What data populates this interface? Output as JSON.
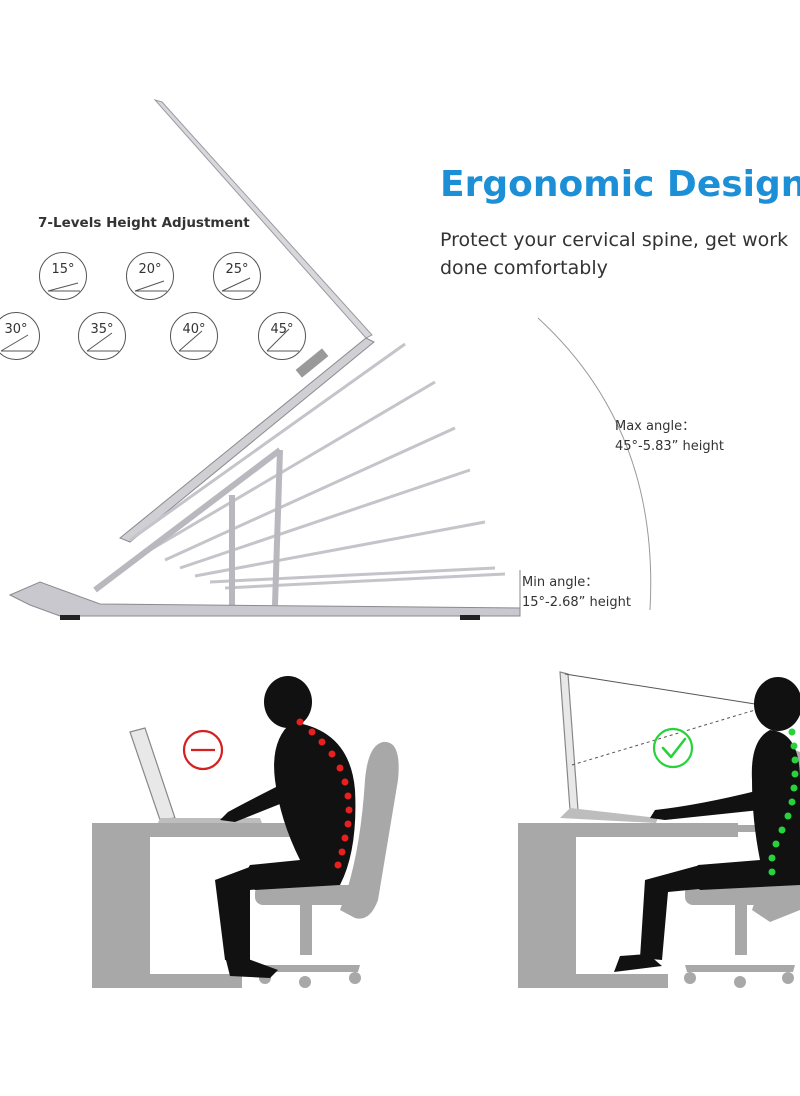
{
  "headline": "Ergonomic Design",
  "subline_1": "Protect your cervical spine, get work",
  "subline_2": "done comfortably",
  "levels_title": "7-Levels Height Adjustment",
  "angles": [
    {
      "label": "15°",
      "deg": 15
    },
    {
      "label": "20°",
      "deg": 20
    },
    {
      "label": "25°",
      "deg": 25
    },
    {
      "label": "30°",
      "deg": 30
    },
    {
      "label": "35°",
      "deg": 35
    },
    {
      "label": "40°",
      "deg": 40
    },
    {
      "label": "45°",
      "deg": 45
    }
  ],
  "max_angle": {
    "line1": "Max angle：",
    "line2": "45°-5.83”  height"
  },
  "min_angle": {
    "line1": "Min angle：",
    "line2": "15°-2.68”  height"
  },
  "colors": {
    "accent": "#1c8fd6",
    "bad": "#d42020",
    "good": "#28d23c",
    "furniture": "#a8a8a8",
    "figure": "#111111"
  },
  "icons": {
    "bad": "no-entry-icon",
    "good": "checkmark-icon"
  }
}
